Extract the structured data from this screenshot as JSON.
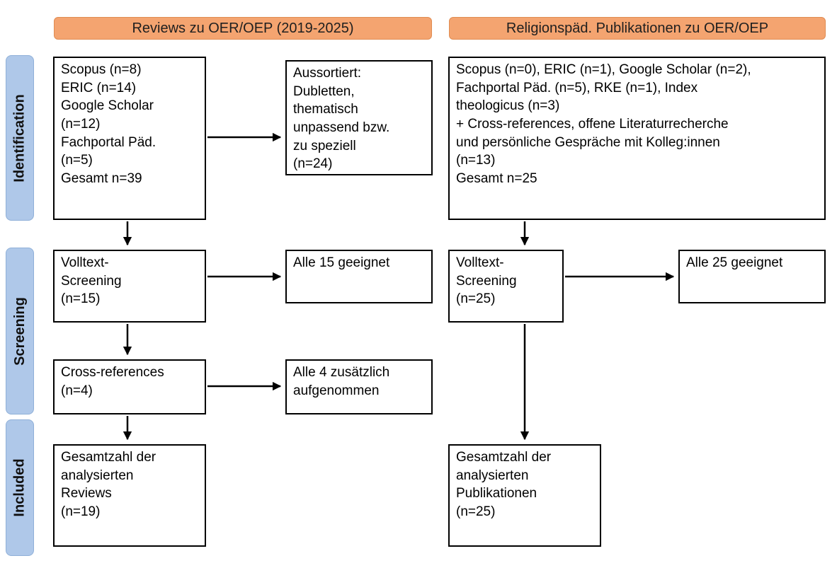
{
  "colors": {
    "header_bg": "#F4A470",
    "header_border": "#E08C52",
    "stage_bg": "#AFC8E9",
    "stage_border": "#8FB0D8",
    "box_border": "#000000",
    "arrow": "#000000"
  },
  "headers": {
    "left": "Reviews zu OER/OEP (2019-2025)",
    "right": "Religionspäd. Publikationen zu OER/OEP"
  },
  "stages": {
    "identification": "Identification",
    "screening": "Screening",
    "included": "Included"
  },
  "left_flow": {
    "sources": "Scopus (n=8)\nERIC (n=14)\nGoogle Scholar\n(n=12)\nFachportal Päd.\n(n=5)\nGesamt n=39",
    "excluded": "Aussortiert:\nDubletten,\nthematisch\nunpassend bzw.\nzu speziell\n(n=24)",
    "fulltext": "Volltext-\nScreening\n(n=15)",
    "fulltext_result": "Alle 15 geeignet",
    "cross_references": "Cross-references\n(n=4)",
    "cross_references_result": "Alle 4 zusätzlich\naufgenommen",
    "included_total": "Gesamtzahl der\nanalysierten\nReviews\n(n=19)"
  },
  "right_flow": {
    "sources": "Scopus (n=0), ERIC (n=1), Google Scholar (n=2),\nFachportal Päd. (n=5), RKE (n=1), Index\ntheologicus (n=3)\n+ Cross-references, offene Literaturrecherche\nund persönliche Gespräche mit Kolleg:innen\n(n=13)\nGesamt n=25",
    "fulltext": "Volltext-\nScreening\n(n=25)",
    "fulltext_result": "Alle 25 geeignet",
    "included_total": "Gesamtzahl der\nanalysierten\nPublikationen\n(n=25)"
  }
}
